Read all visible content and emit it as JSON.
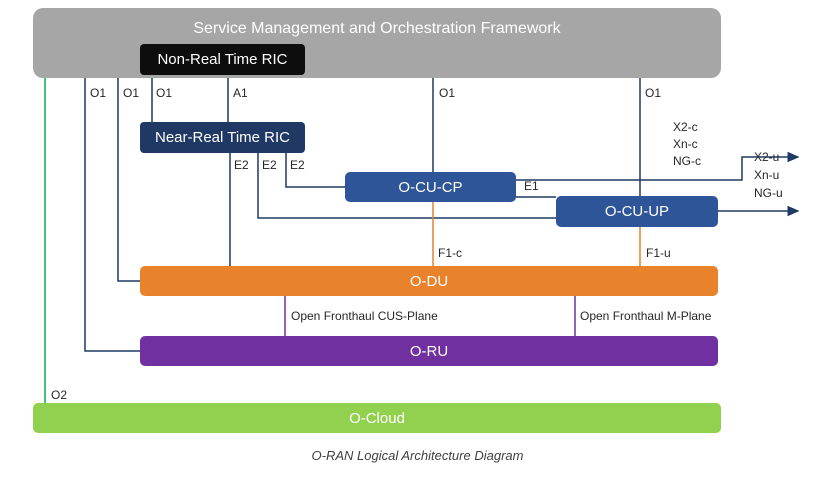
{
  "boxes": {
    "smo": "Service Management and Orchestration Framework",
    "non_rt_ric": "Non-Real Time RIC",
    "near_rt_ric": "Near-Real Time RIC",
    "o_cu_cp": "O-CU-CP",
    "o_cu_up": "O-CU-UP",
    "o_du": "O-DU",
    "o_ru": "O-RU",
    "o_cloud": "O-Cloud"
  },
  "labels": {
    "o1_1": "O1",
    "o1_2": "O1",
    "o1_3": "O1",
    "a1": "A1",
    "o1_4": "O1",
    "o1_5": "O1",
    "e2_1": "E2",
    "e2_2": "E2",
    "e2_3": "E2",
    "e1": "E1",
    "f1_c": "F1-c",
    "f1_u": "F1-u",
    "fronthaul_cus": "Open Fronthaul CUS-Plane",
    "fronthaul_m": "Open Fronthaul M-Plane",
    "o2": "O2",
    "x2_c": "X2-c",
    "xn_c": "Xn-c",
    "ng_c": "NG-c",
    "x2_u": "X2-u",
    "xn_u": "Xn-u",
    "ng_u": "NG-u"
  },
  "caption": "O-RAN Logical Architecture Diagram",
  "colors": {
    "smo_gray": "#a6a6a6",
    "non_rt_ric_black": "#0d0d0d",
    "near_rt_ric_navy": "#1f3864",
    "cu_blue": "#2e5597",
    "du_orange": "#e8822b",
    "ru_purple": "#7030a0",
    "cloud_green": "#92d050",
    "line_navy": "#1f3864",
    "line_orange": "#e8822b",
    "line_green": "#00b050",
    "line_purple": "#7030a0",
    "label_text": "#262626"
  }
}
